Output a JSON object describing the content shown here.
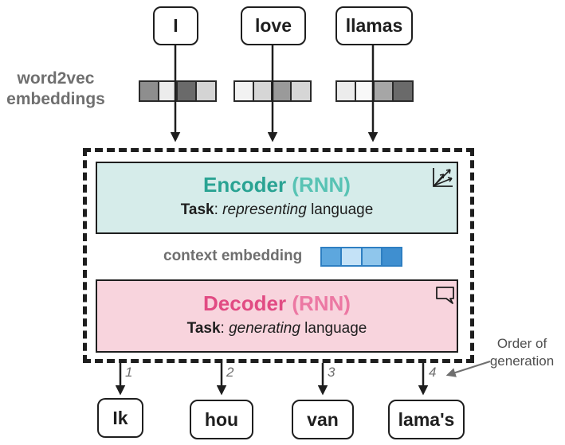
{
  "input_tokens": [
    "I",
    "love",
    "llamas"
  ],
  "embedding_label": [
    "word2vec",
    "embeddings"
  ],
  "encoder": {
    "title": "Encoder",
    "suffix": "(RNN)",
    "task_label": "Task",
    "task_verb": "representing",
    "task_object": "language"
  },
  "context_label": "context embedding",
  "decoder": {
    "title": "Decoder",
    "suffix": "(RNN)",
    "task_label": "Task",
    "task_verb": "generating",
    "task_object": "language"
  },
  "output_tokens": [
    "Ik",
    "hou",
    "van",
    "lama's"
  ],
  "step_numbers": [
    "1",
    "2",
    "3",
    "4"
  ],
  "order_label": [
    "Order of",
    "generation"
  ],
  "colors": {
    "encoder_fill": "#d6ecea",
    "encoder_text": "#2aa393",
    "decoder_fill": "#f8d4dd",
    "decoder_text": "#e14b83",
    "context_blue": "#2e7fc2",
    "label_gray": "#6f6f6f"
  },
  "icons": {
    "encoder": "scatter-vectors-icon",
    "decoder": "speech-bubble-icon"
  }
}
